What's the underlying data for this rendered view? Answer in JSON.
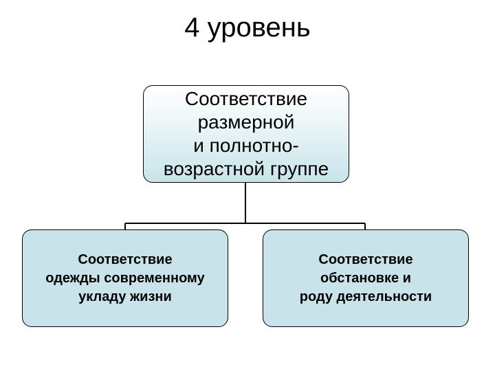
{
  "slide": {
    "title": "4 уровень"
  },
  "diagram": {
    "root": {
      "label": "Соответствие\nразмерной\nи полнотно-\nвозрастной группе"
    },
    "children": [
      {
        "label": "Соответствие\nодежды современному\nукладу жизни"
      },
      {
        "label": "Соответствие\nобстановке и\nроду деятельности"
      }
    ],
    "colors": {
      "node_fill": "#c8e4ea",
      "node_border": "#000000",
      "connector": "#000000"
    }
  }
}
